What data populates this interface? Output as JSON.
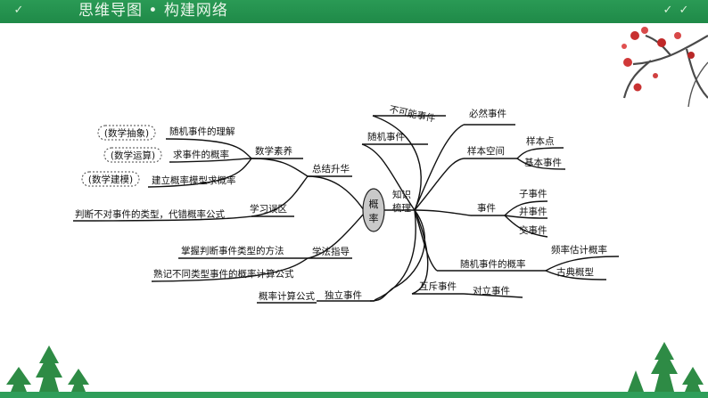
{
  "header": {
    "title": "思维导图 • 构建网络"
  },
  "center": {
    "line1": "概",
    "line2": "率"
  },
  "left": {
    "branch1": "总结升华",
    "sub1": "数学素养",
    "sub1_items": [
      "随机事件的理解",
      "求事件的概率",
      "建立概率模型求概率"
    ],
    "badges": [
      "(数学抽象)",
      "(数学运算)",
      "(数学建模)"
    ],
    "sub2": "学习误区",
    "sub2_item": "判断不对事件的类型，代错概率公式",
    "branch2": "学法指导",
    "branch2_items": [
      "掌握判断事件类型的方法",
      "熟记不同类型事件的概率计算公式"
    ]
  },
  "right": {
    "knowledge_line1": "知识",
    "knowledge_line2": "梳理",
    "b_impossible": "不可能事件",
    "b_certain": "必然事件",
    "b_random": "随机事件",
    "b_sample_space": "样本空间",
    "sample_items": [
      "样本点",
      "基本事件"
    ],
    "b_event": "事件",
    "event_items": [
      "子事件",
      "并事件",
      "交事件"
    ],
    "b_prob_random": "随机事件的概率",
    "prob_items": [
      "频率估计概率",
      "古典概型"
    ],
    "b_exclusive": "互斥事件",
    "b_opposite": "对立事件",
    "b_independent": "独立事件",
    "b_formula": "概率计算公式"
  }
}
